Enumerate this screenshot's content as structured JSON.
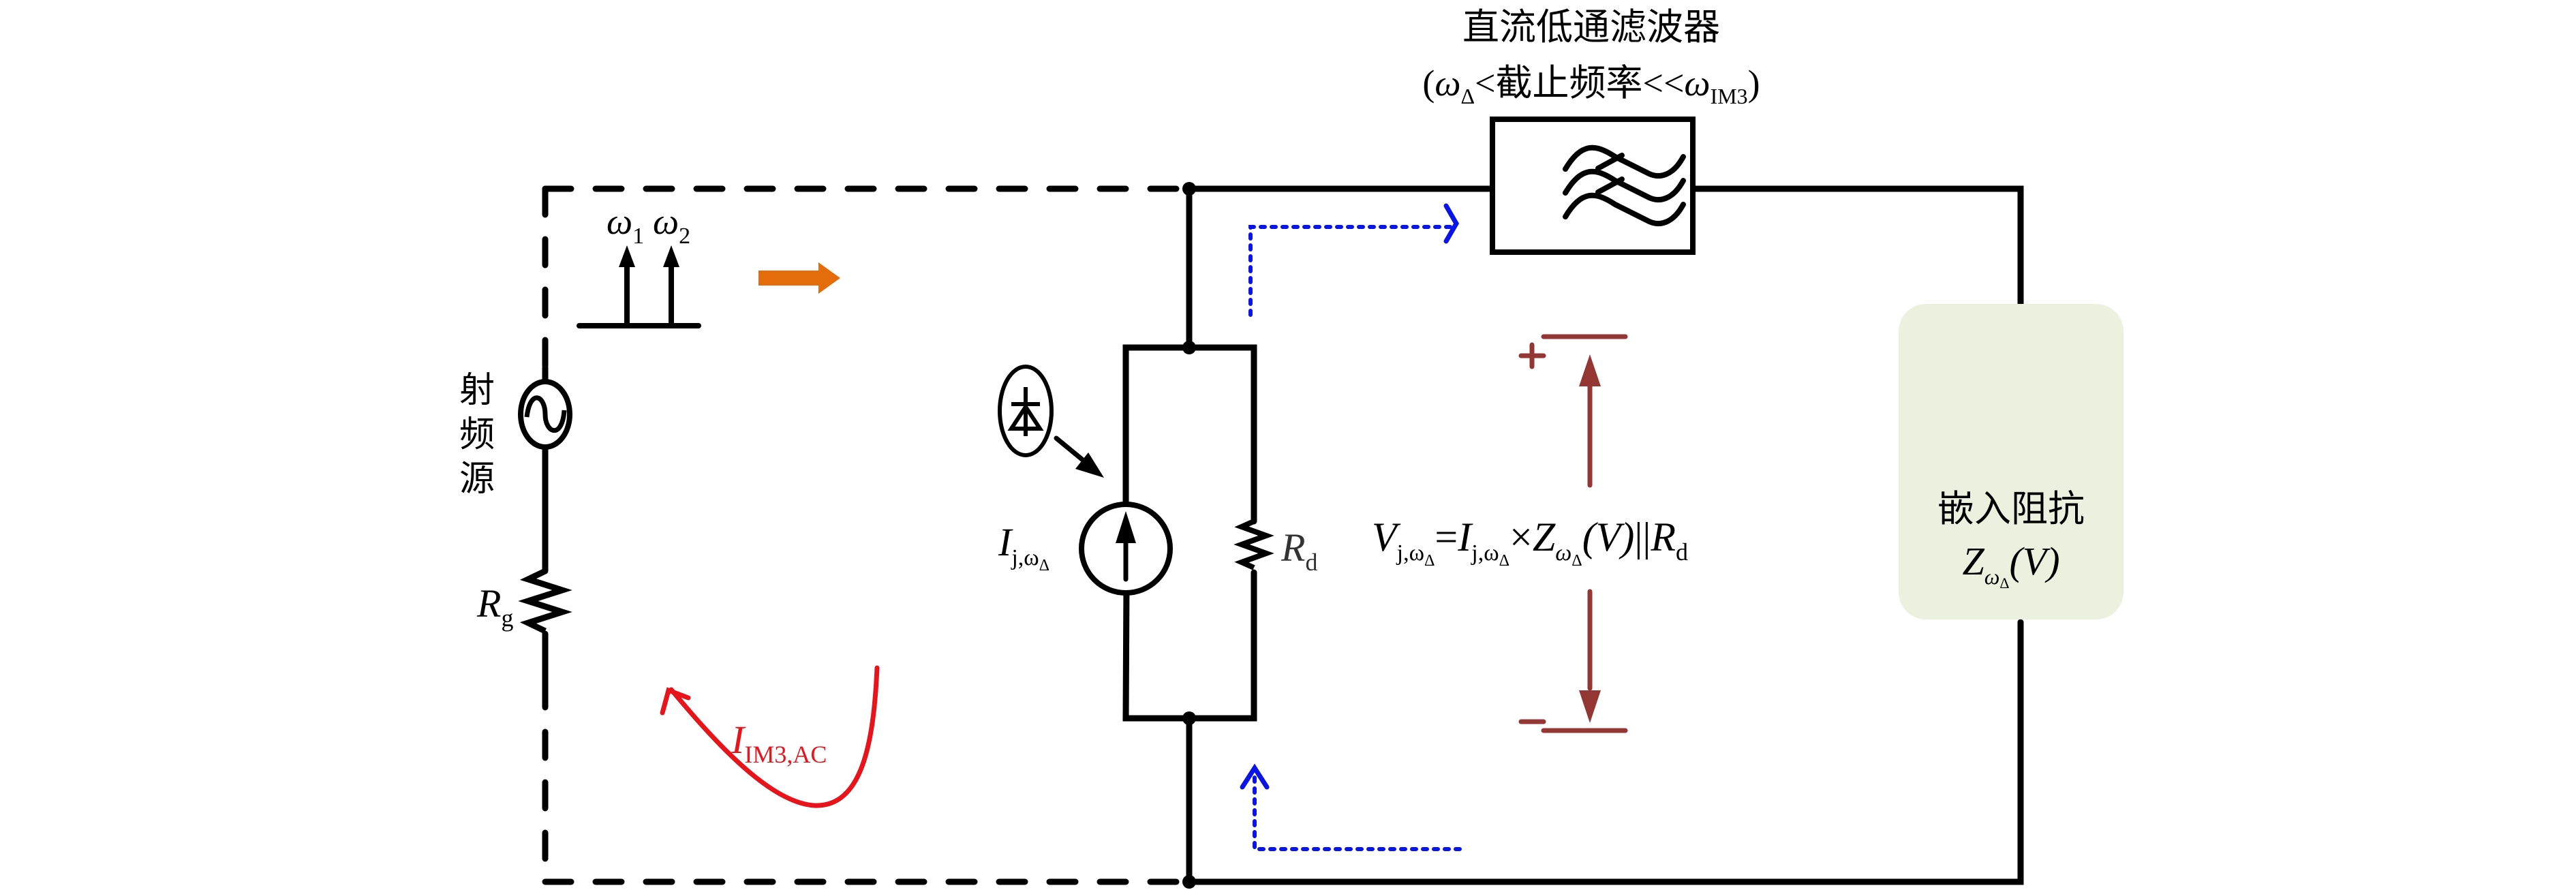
{
  "filter": {
    "title": "直流低通滤波器",
    "condition_open": "(",
    "condition_omega": "ω",
    "condition_delta": "Δ",
    "condition_lt1": "<",
    "condition_cutoff": "截止频率",
    "condition_lt2": "<<",
    "condition_omega2": "ω",
    "condition_im3": "IM3",
    "condition_close": ")"
  },
  "source": {
    "label_chars": [
      "射",
      "频",
      "源"
    ],
    "resistor_symbol": "R",
    "resistor_sub": "g"
  },
  "spectrum": {
    "tones": [
      {
        "symbol": "ω",
        "sub": "1"
      },
      {
        "symbol": "ω",
        "sub": "2"
      }
    ]
  },
  "im3_current": {
    "symbol": "I",
    "sub": "IM3,AC"
  },
  "junction": {
    "current_symbol": "I",
    "current_sub": "j,ω",
    "current_subsub": "Δ",
    "resistor_symbol": "R",
    "resistor_sub": "d"
  },
  "formula": {
    "v": "V",
    "v_sub": "j,ω",
    "v_subsub": "Δ",
    "eq": "=",
    "i": "I",
    "i_sub": "j,ω",
    "i_subsub": "Δ",
    "times": "×",
    "z": "Z",
    "z_sub": "ω",
    "z_subsub": "Δ",
    "arg": "(V)",
    "parallel": "||",
    "r": "R",
    "r_sub": "d",
    "plus": "+",
    "minus": "−"
  },
  "impedance": {
    "title": "嵌入阻抗",
    "z": "Z",
    "z_sub": "ω",
    "z_subsub": "Δ",
    "arg": "(V)"
  },
  "colors": {
    "wire": "#000000",
    "orange_arrow": "#e46c0a",
    "red_current": "#e8141b",
    "voltage_arrow": "#943634",
    "blue_path": "#0a14e6",
    "impedance_fill": "#ebf1de"
  }
}
